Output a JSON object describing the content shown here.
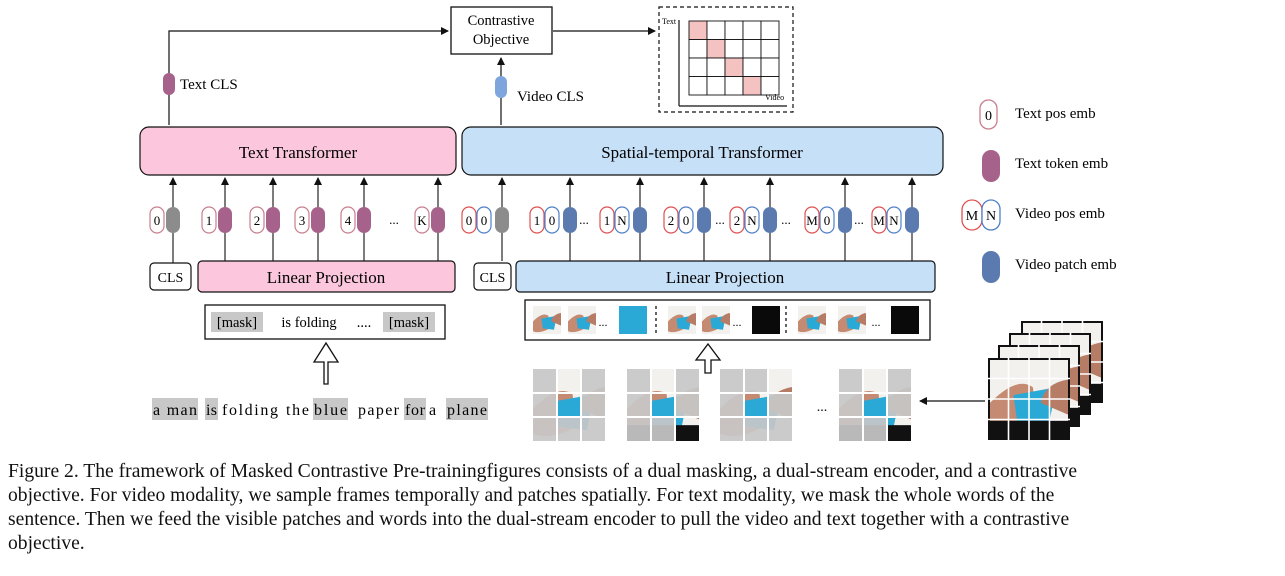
{
  "contrastive_objective": {
    "line1": "Contrastive",
    "line2": "Objective"
  },
  "similarity_matrix": {
    "y_label": "Text",
    "x_label": "Video",
    "rows": 4,
    "cols": 5,
    "highlighted_cells": [
      [
        0,
        0
      ],
      [
        1,
        1
      ],
      [
        2,
        2
      ],
      [
        3,
        3
      ]
    ],
    "highlight_color": "#f5c2c2"
  },
  "text_cls_label": "Text CLS",
  "video_cls_label": "Video CLS",
  "text_transformer": {
    "label": "Text Transformer",
    "fill": "#fcc7dd"
  },
  "video_transformer": {
    "label": "Spatial-temporal Transformer",
    "fill": "#c6e0f8"
  },
  "text_tokens": [
    {
      "pos": "0",
      "emb": "cls"
    },
    {
      "pos": "1",
      "emb": "text"
    },
    {
      "pos": "2",
      "emb": "text"
    },
    {
      "pos": "3",
      "emb": "text"
    },
    {
      "pos": "4",
      "emb": "text"
    },
    {
      "pos": "...",
      "emb": "none"
    },
    {
      "pos": "K",
      "emb": "text"
    }
  ],
  "video_tokens": [
    {
      "t": "0",
      "s": "0",
      "emb": "cls"
    },
    {
      "t": "1",
      "s": "0",
      "emb": "video"
    },
    {
      "t": "...",
      "s": "",
      "emb": "none"
    },
    {
      "t": "1",
      "s": "N",
      "emb": "video"
    },
    {
      "t": "2",
      "s": "0",
      "emb": "video"
    },
    {
      "t": "...",
      "s": "",
      "emb": "none"
    },
    {
      "t": "2",
      "s": "N",
      "emb": "video"
    },
    {
      "t": "...",
      "s": "",
      "emb": "none"
    },
    {
      "t": "M",
      "s": "0",
      "emb": "video"
    },
    {
      "t": "...",
      "s": "",
      "emb": "none"
    },
    {
      "t": "M",
      "s": "N",
      "emb": "video"
    }
  ],
  "cls_label": "CLS",
  "linear_projection_label": "Linear Projection",
  "masked_text": {
    "mask1": "[mask]",
    "middle": "is folding",
    "dots": "....",
    "mask2": "[mask]"
  },
  "sentence_words": [
    {
      "w": "a man",
      "masked": true
    },
    {
      "w": "is",
      "masked": true
    },
    {
      "w": "folding",
      "masked": false
    },
    {
      "w": "the",
      "masked": false
    },
    {
      "w": "blue",
      "masked": true
    },
    {
      "w": "paper",
      "masked": false
    },
    {
      "w": "for",
      "masked": true
    },
    {
      "w": "a",
      "masked": false
    },
    {
      "w": "plane",
      "masked": true
    }
  ],
  "ellipsis": "...",
  "legend": [
    {
      "symbol": "0",
      "type": "text-pos",
      "label": "Text pos emb"
    },
    {
      "symbol": "",
      "type": "text-token",
      "label": "Text token emb"
    },
    {
      "symbol": "M N",
      "type": "video-pos",
      "label": "Video pos emb"
    },
    {
      "symbol": "",
      "type": "video-patch",
      "label": "Video patch emb"
    }
  ],
  "colors": {
    "text_token": "#a6628a",
    "cls_token": "#8c8c8c",
    "video_patch": "#5b7bb0",
    "video_cls": "#7ea6dc",
    "text_pos_border": "#c87e8e",
    "video_pos_border_m": "#e05050",
    "video_pos_border_n": "#4f7fc8",
    "mask_gray": "#c8c8c8",
    "skin": "#c48a72",
    "paper_blue": "#2aa9d6"
  },
  "caption": {
    "line1": "Figure 2. The framework of Masked Contrastive Pre-trainingfigures consists of a dual masking, a dual-stream encoder, and a contrastive",
    "line2": "objective. For video modality, we sample frames temporally and patches spatially. For text modality, we mask the whole words of the",
    "line3": "sentence. Then we feed the visible patches and words into the dual-stream encoder to pull the video and text together with a contrastive",
    "line4": "objective."
  }
}
